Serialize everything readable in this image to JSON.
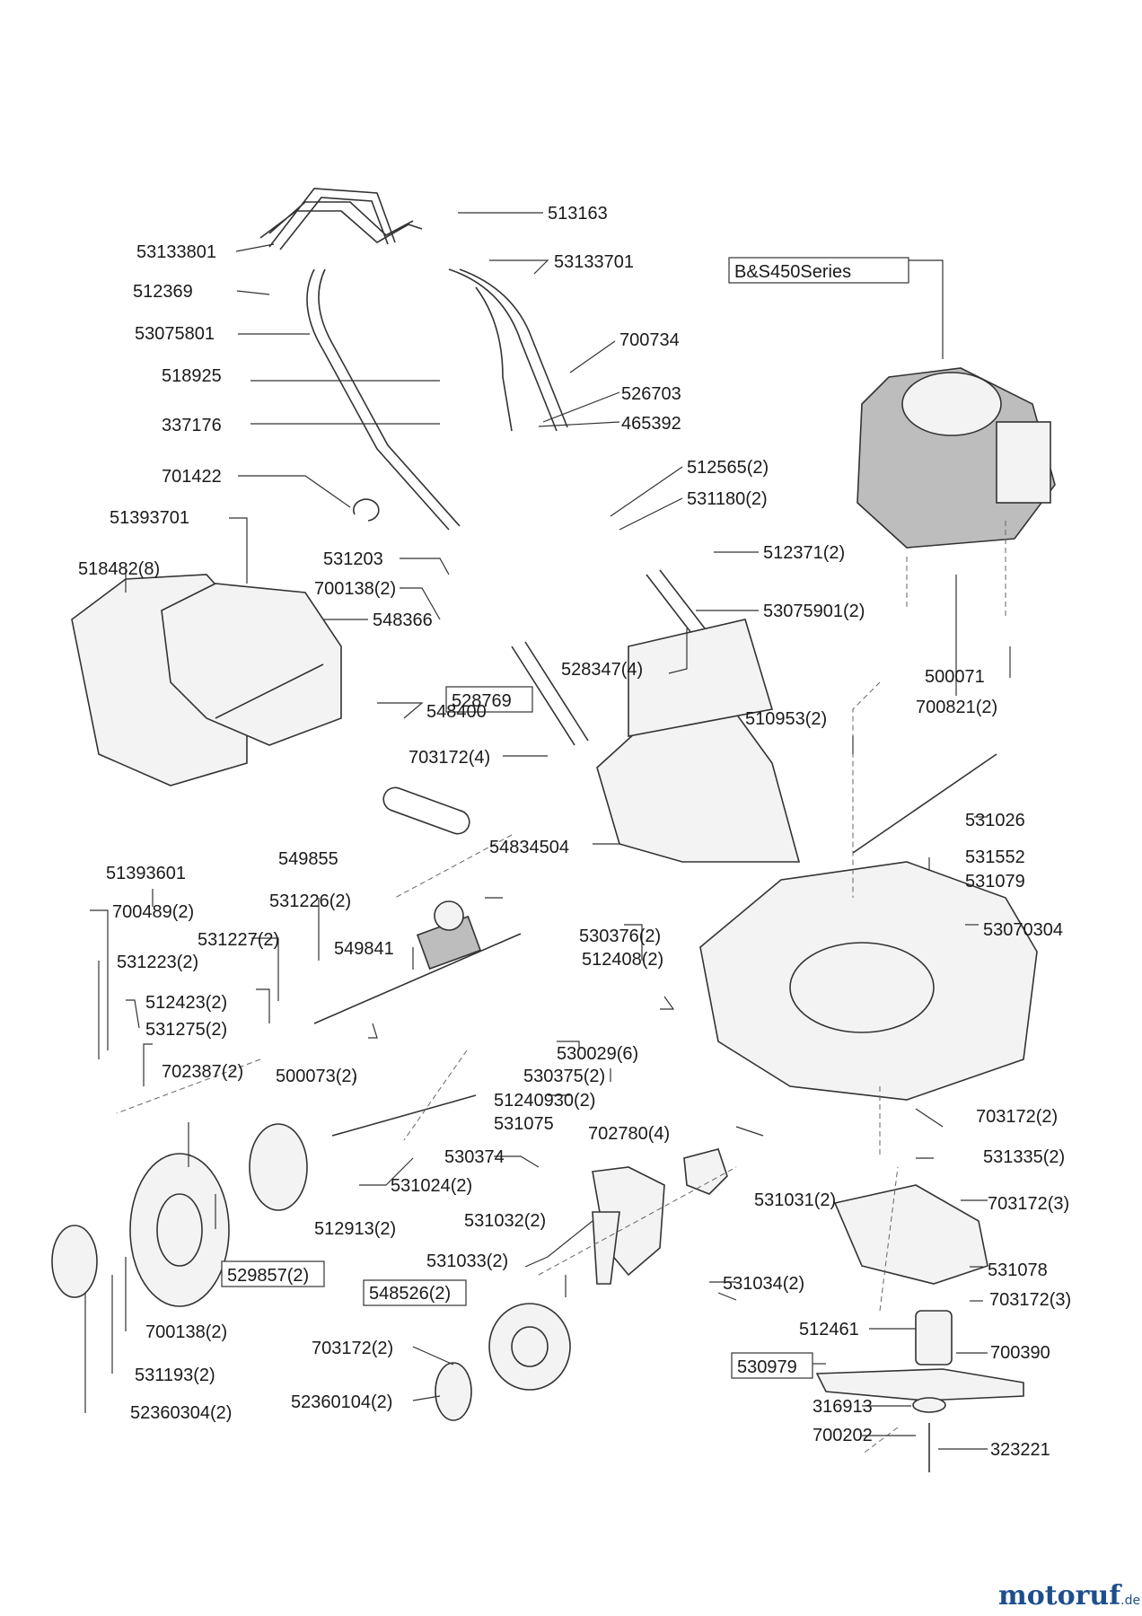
{
  "labels": {
    "l513163": "513163",
    "l53133801": "53133801",
    "l53133701": "53133701",
    "l512369": "512369",
    "l53075801": "53075801",
    "l700734": "700734",
    "l518925": "518925",
    "l526703": "526703",
    "l337176": "337176",
    "l465392": "465392",
    "l701422": "701422",
    "l512565": "512565(2)",
    "l531180": "531180(2)",
    "l51393701": "51393701",
    "l531203": "531203",
    "l512371": "512371(2)",
    "l518482": "518482(8)",
    "l700138a": "700138(2)",
    "l548366": "548366",
    "l53075901": "53075901(2)",
    "l528347": "528347(4)",
    "l548400": "548400",
    "l500071": "500071",
    "l700821": "700821(2)",
    "l510953": "510953(2)",
    "l703172a": "703172(4)",
    "l528769": "528769",
    "l531026": "531026",
    "l54834504": "54834504",
    "l51393601": "51393601",
    "l531552": "531552",
    "l549855": "549855",
    "l531079": "531079",
    "l700489": "700489(2)",
    "l531226": "531226(2)",
    "l530376": "530376(2)",
    "l53070304": "53070304",
    "l531227": "531227(2)",
    "l549841": "549841",
    "l512408": "512408(2)",
    "l531223": "531223(2)",
    "l512423": "512423(2)",
    "l531275": "531275(2)",
    "l530029": "530029(6)",
    "l702387": "702387(2)",
    "l500073": "500073(2)",
    "l530375": "530375(2)",
    "l51240930": "51240930(2)",
    "l531075": "531075",
    "l703172b": "703172(2)",
    "l702780": "702780(4)",
    "l530374": "530374",
    "l531335": "531335(2)",
    "l531024": "531024(2)",
    "l531031": "531031(2)",
    "l703172c": "703172(3)",
    "l531032": "531032(2)",
    "l512913": "512913(2)",
    "l529857": "529857(2)",
    "l531078": "531078",
    "l531033": "531033(2)",
    "l531034": "531034(2)",
    "l548526": "548526(2)",
    "l703172d": "703172(3)",
    "l700138b": "700138(2)",
    "l512461": "512461",
    "l703172e": "703172(2)",
    "l700390": "700390",
    "l530979": "530979",
    "l531193": "531193(2)",
    "l52360104": "52360104(2)",
    "l316913": "316913",
    "l52360304": "52360304(2)",
    "l700202": "700202",
    "l323221": "323221",
    "lEngine": "B&S450Series"
  },
  "brand": {
    "name_a": "motoruf",
    "name_b": ".de"
  }
}
